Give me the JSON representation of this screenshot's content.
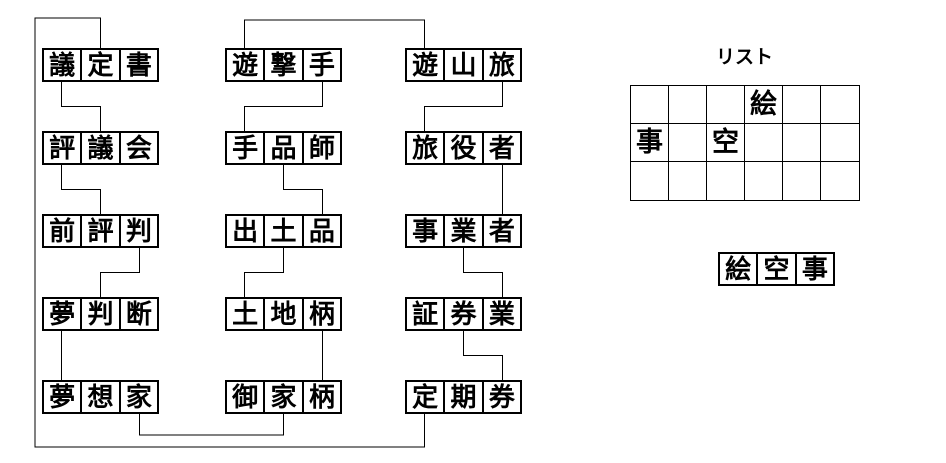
{
  "colors": {
    "background": "#ffffff",
    "ink": "#000000"
  },
  "puzzle": {
    "words": [
      {
        "word": "議定書",
        "chars": [
          "議",
          "定",
          "書"
        ]
      },
      {
        "word": "評議会",
        "chars": [
          "評",
          "議",
          "会"
        ]
      },
      {
        "word": "前評判",
        "chars": [
          "前",
          "評",
          "判"
        ]
      },
      {
        "word": "夢判断",
        "chars": [
          "夢",
          "判",
          "断"
        ]
      },
      {
        "word": "夢想家",
        "chars": [
          "夢",
          "想",
          "家"
        ]
      },
      {
        "word": "遊撃手",
        "chars": [
          "遊",
          "撃",
          "手"
        ]
      },
      {
        "word": "手品師",
        "chars": [
          "手",
          "品",
          "師"
        ]
      },
      {
        "word": "出土品",
        "chars": [
          "出",
          "土",
          "品"
        ]
      },
      {
        "word": "土地柄",
        "chars": [
          "土",
          "地",
          "柄"
        ]
      },
      {
        "word": "御家柄",
        "chars": [
          "御",
          "家",
          "柄"
        ]
      },
      {
        "word": "遊山旅",
        "chars": [
          "遊",
          "山",
          "旅"
        ]
      },
      {
        "word": "旅役者",
        "chars": [
          "旅",
          "役",
          "者"
        ]
      },
      {
        "word": "事業者",
        "chars": [
          "事",
          "業",
          "者"
        ]
      },
      {
        "word": "証券業",
        "chars": [
          "証",
          "券",
          "業"
        ]
      },
      {
        "word": "定期券",
        "chars": [
          "定",
          "期",
          "券"
        ]
      }
    ],
    "connections": [
      {
        "char": "議",
        "between": [
          "議定書",
          "評議会"
        ]
      },
      {
        "char": "評",
        "between": [
          "評議会",
          "前評判"
        ]
      },
      {
        "char": "判",
        "between": [
          "前評判",
          "夢判断"
        ]
      },
      {
        "char": "夢",
        "between": [
          "夢判断",
          "夢想家"
        ]
      },
      {
        "char": "家",
        "between": [
          "夢想家",
          "御家柄"
        ]
      },
      {
        "char": "柄",
        "between": [
          "御家柄",
          "土地柄"
        ]
      },
      {
        "char": "土",
        "between": [
          "土地柄",
          "出土品"
        ]
      },
      {
        "char": "品",
        "between": [
          "出土品",
          "手品師"
        ]
      },
      {
        "char": "手",
        "between": [
          "手品師",
          "遊撃手"
        ]
      },
      {
        "char": "遊",
        "between": [
          "遊撃手",
          "遊山旅"
        ]
      },
      {
        "char": "旅",
        "between": [
          "遊山旅",
          "旅役者"
        ]
      },
      {
        "char": "者",
        "between": [
          "旅役者",
          "事業者"
        ]
      },
      {
        "char": "業",
        "between": [
          "事業者",
          "証券業"
        ]
      },
      {
        "char": "券",
        "between": [
          "証券業",
          "定期券"
        ]
      },
      {
        "char": "定",
        "between": [
          "定期券",
          "議定書"
        ]
      }
    ],
    "list": {
      "label": "リスト",
      "grid": [
        [
          "",
          "",
          "",
          "絵",
          "",
          ""
        ],
        [
          "事",
          "",
          "空",
          "",
          "",
          ""
        ],
        [
          "",
          "",
          "",
          "",
          "",
          ""
        ]
      ]
    },
    "answer": {
      "word": "絵空事",
      "chars": [
        "絵",
        "空",
        "事"
      ]
    }
  }
}
